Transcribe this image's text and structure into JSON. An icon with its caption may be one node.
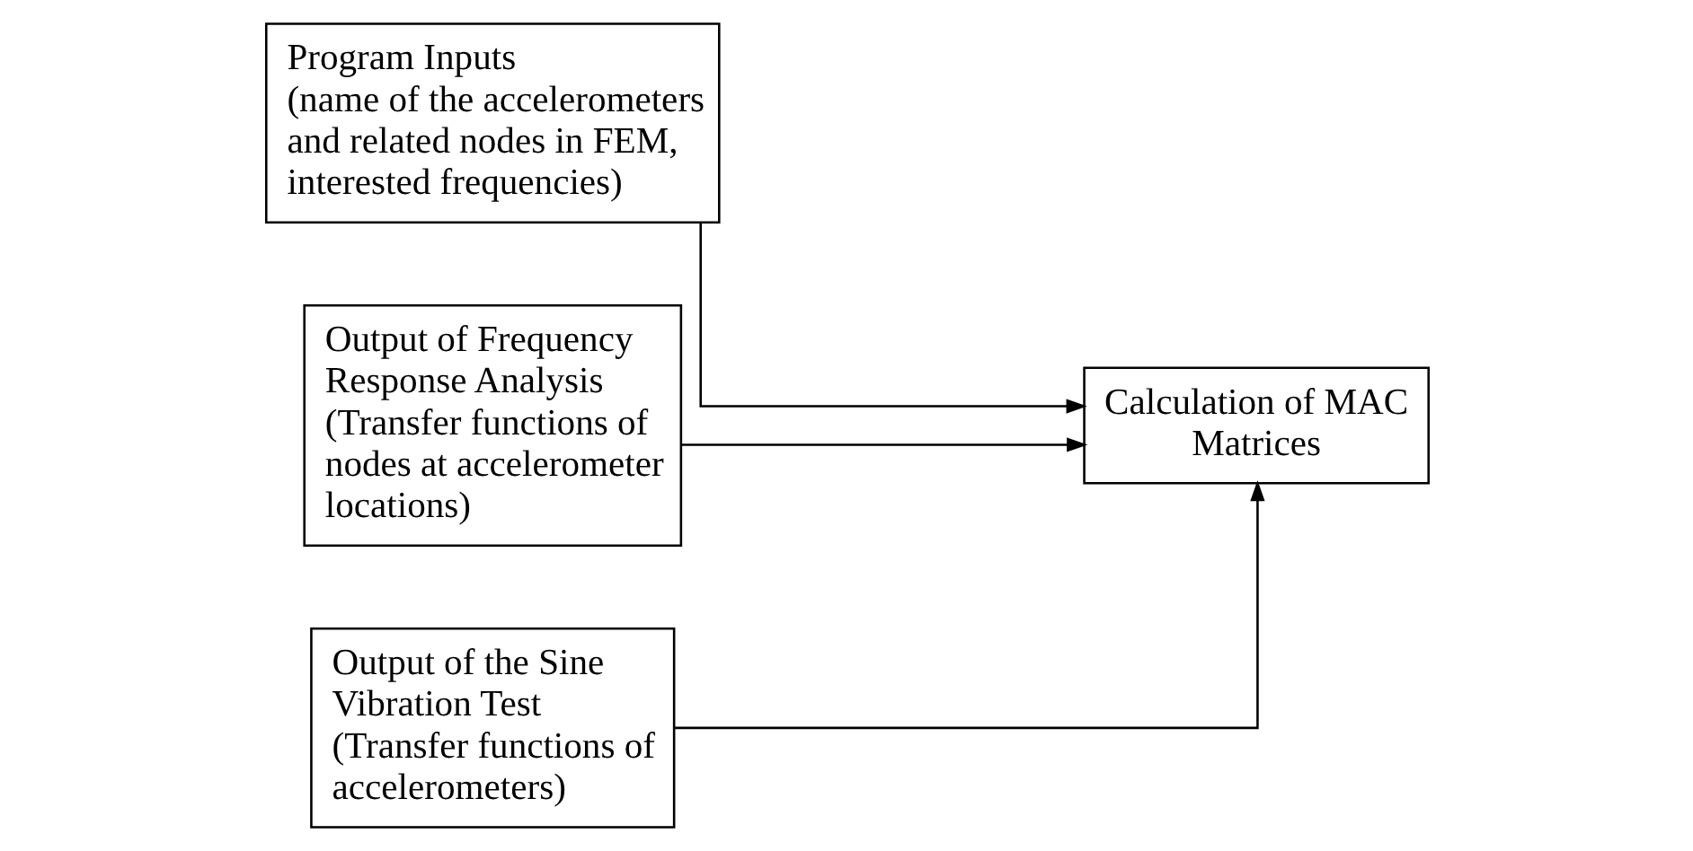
{
  "diagram": {
    "nodes": [
      {
        "text": [
          "Program Inputs",
          "(name of the accelerometers and related nodes in FEM, interested frequencies)"
        ]
      },
      {
        "text": [
          "Output of Frequency Response Analysis",
          "(Transfer functions of nodes at accelerometer locations)"
        ]
      },
      {
        "text": [
          "Output of the Sine Vibration Test",
          "(Transfer functions of accelerometers)"
        ]
      },
      {
        "text": [
          "Calculation of MAC Matrices"
        ]
      }
    ],
    "edges": [
      {
        "from": 0,
        "to": 3,
        "arrow": "to"
      },
      {
        "from": 1,
        "to": 3,
        "arrow": "to"
      },
      {
        "from": 2,
        "to": 3,
        "arrow": "to"
      }
    ]
  }
}
